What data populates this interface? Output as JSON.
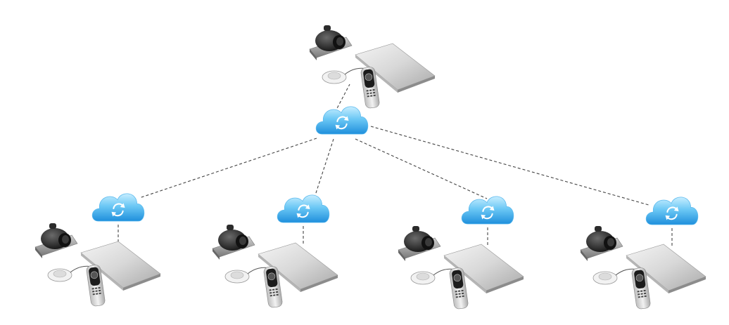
{
  "diagram": {
    "hub": {
      "name": "central-mcu-cloud",
      "icon": "sync-icon"
    },
    "endpoints": [
      {
        "name": "endpoint-top"
      },
      {
        "name": "endpoint-1",
        "cloud_icon": "sync-icon"
      },
      {
        "name": "endpoint-2",
        "cloud_icon": "sync-icon"
      },
      {
        "name": "endpoint-3",
        "cloud_icon": "sync-icon"
      },
      {
        "name": "endpoint-4",
        "cloud_icon": "sync-icon"
      }
    ],
    "link_style": "dashed",
    "colors": {
      "background": "#ffffff",
      "cloud_light": "#bfe9ff",
      "cloud_dark": "#2a9fe3",
      "link": "#444444",
      "device_silver": "#d9d9d9",
      "camera_dark": "#2a2a2a"
    }
  }
}
